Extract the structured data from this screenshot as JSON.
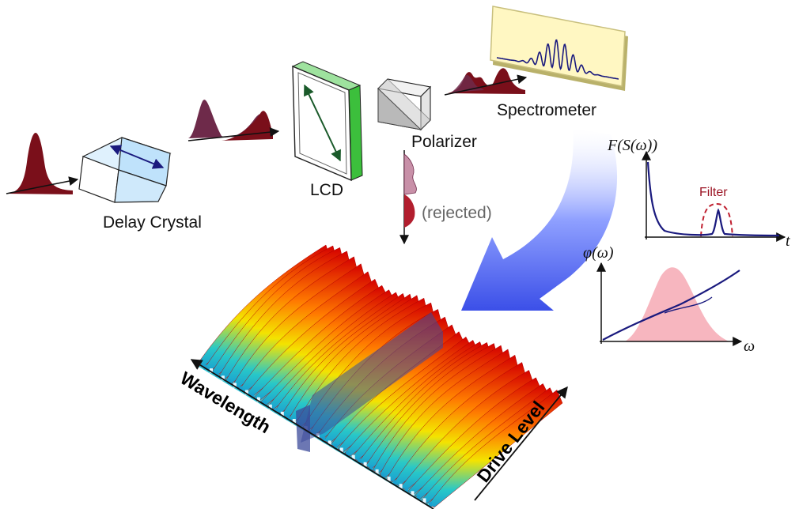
{
  "labels": {
    "delay_crystal": "Delay Crystal",
    "lcd": "LCD",
    "polarizer": "Polarizer",
    "rejected": "(rejected)",
    "spectrometer": "Spectrometer",
    "wavelength_axis": "Wavelength",
    "drive_level_axis": "Drive Level"
  },
  "fourier_plot": {
    "y_label": "F(S(ω))",
    "x_label": "t",
    "filter_label": "Filter"
  },
  "phase_plot": {
    "y_label": "φ(ω)",
    "x_label": "ω"
  },
  "colors": {
    "pulse": "#7a0f1a",
    "delayed_pulse": "#6e2a4a",
    "crystal_fill": "#bfe2fb",
    "lcd_face": "#3cbf3c",
    "polarizer_fill": "#b9b9b9",
    "spectrometer_bg": "#fff7c2",
    "trace_blue": "#1a1a7e",
    "filter_red": "#c02030",
    "big_arrow": "#4a5cf0",
    "phase_pink": "#f7b6bf"
  }
}
